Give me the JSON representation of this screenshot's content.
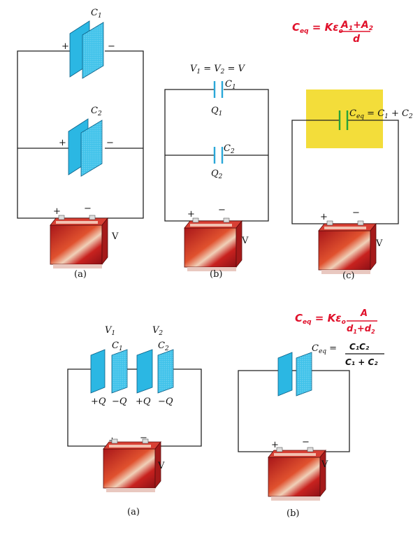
{
  "fig_top": {
    "a": {
      "cap1": "C",
      "cap1_sub": "1",
      "cap2": "C",
      "cap2_sub": "2",
      "plus": "+",
      "minus": "−",
      "battery_label": "V",
      "caption": "(a)"
    },
    "b": {
      "equation": "V",
      "eq_sub1": "1",
      "eq_mid": " = V",
      "eq_sub2": "2",
      "eq_end": " = V",
      "cap1": "C",
      "cap1_sub": "1",
      "cap2": "C",
      "cap2_sub": "2",
      "q1": "Q",
      "q1_sub": "1",
      "q2": "Q",
      "q2_sub": "2",
      "plus": "+",
      "minus": "−",
      "battery_label": "V",
      "caption": "(b)"
    },
    "c": {
      "ceq": "C",
      "ceq_sub": "eq",
      "ceq_rhs": " = C",
      "rhs_sub1": "1",
      "rhs_mid": " + C",
      "rhs_sub2": "2",
      "plus": "+",
      "minus": "−",
      "battery_label": "V",
      "caption": "(c)",
      "highlight_color": "#f3dd3a"
    },
    "handwritten_parallel": {
      "lhs": "C",
      "lhs_sub": "eq",
      "eq": " = Kε",
      "eq_sub": "o",
      "num": "A",
      "num_sub1": "1",
      "num_plus": "+A",
      "num_sub2": "2",
      "den": "d"
    }
  },
  "fig_bottom": {
    "a": {
      "v1": "V",
      "v1_sub": "1",
      "v2": "V",
      "v2_sub": "2",
      "c1": "C",
      "c1_sub": "1",
      "c2": "C",
      "c2_sub": "2",
      "charges": [
        "+Q",
        "−Q",
        "+Q",
        "−Q"
      ],
      "plus": "+",
      "minus": "−",
      "battery_label": "V",
      "caption": "(a)"
    },
    "b": {
      "ceq": "C",
      "ceq_sub": "eq",
      "ceq_eq": " =",
      "plus": "+",
      "minus": "−",
      "battery_label": "V",
      "caption": "(b)",
      "handwritten_fraction": {
        "num": "C₁C₂",
        "den": "C₁ + C₂"
      }
    },
    "handwritten_series": {
      "lhs": "C",
      "lhs_sub": "eq",
      "eq": " = Kε",
      "eq_sub": "o",
      "num": "A",
      "den": "d",
      "den_sub1": "1",
      "den_plus": "+d",
      "den_sub2": "2"
    }
  },
  "colors": {
    "plate": "#2bb7e3",
    "battery_red": "#c8221f",
    "handwriting": "#e0112b",
    "wire": "#222222"
  }
}
